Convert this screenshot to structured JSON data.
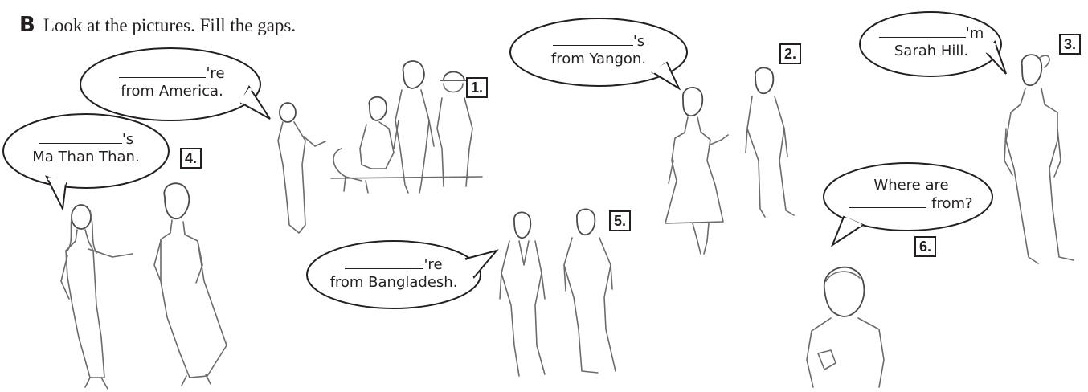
{
  "exercise": {
    "letter": "B",
    "instruction": "Look at the pictures. Fill the gaps."
  },
  "bubbles": [
    {
      "suffix": "'re",
      "line2": "from America."
    },
    {
      "suffix": "'s",
      "line2": "from Yangon."
    },
    {
      "suffix": "'m",
      "line2": "Sarah Hill."
    },
    {
      "suffix": "'s",
      "line2": "Ma Than Than."
    },
    {
      "suffix": "'re",
      "line2": "from Bangladesh."
    },
    {
      "line1": "Where are",
      "suffix": "from?"
    }
  ],
  "numbers": [
    "1.",
    "2.",
    "3.",
    "4.",
    "5.",
    "6."
  ],
  "colors": {
    "ink": "#231f20",
    "sketch": "#6b6b6b"
  }
}
